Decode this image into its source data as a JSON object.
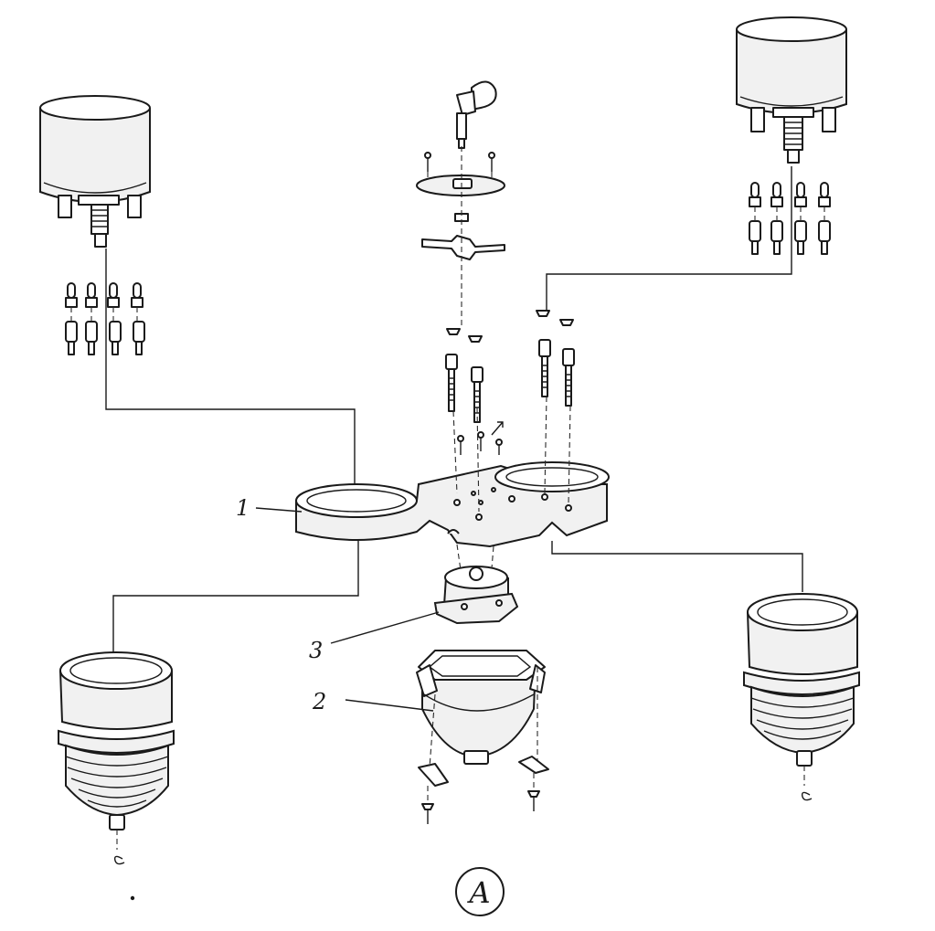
{
  "figure": {
    "callouts": [
      {
        "id": "1",
        "label": "1"
      },
      {
        "id": "2",
        "label": "2"
      },
      {
        "id": "3",
        "label": "3"
      }
    ],
    "plate_label": "A"
  }
}
